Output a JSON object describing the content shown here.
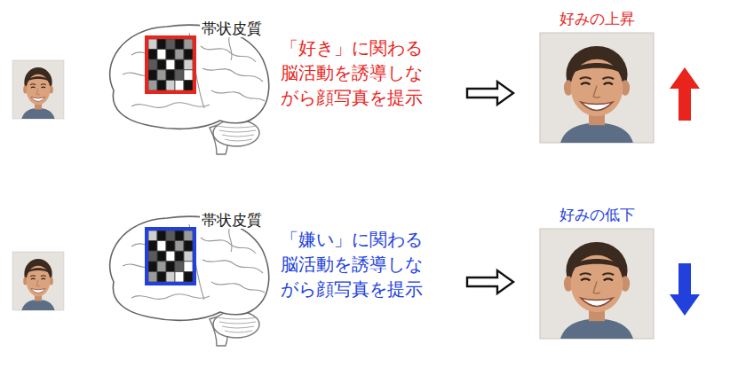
{
  "diagram": {
    "nodes": [
      {
        "text": [
          "帯状皮質"
        ]
      },
      {
        "text": [
          "好みの上昇"
        ]
      },
      {
        "text": [
          "帯状皮質"
        ]
      },
      {
        "text": [
          "好みの低下"
        ]
      }
    ],
    "labels": [
      "「好き」に関わる 脳活動を誘導しな がら顔写真を提示",
      "「嫌い」に関わる 脳活動を誘導しな がら顔写真を提示"
    ]
  }
}
